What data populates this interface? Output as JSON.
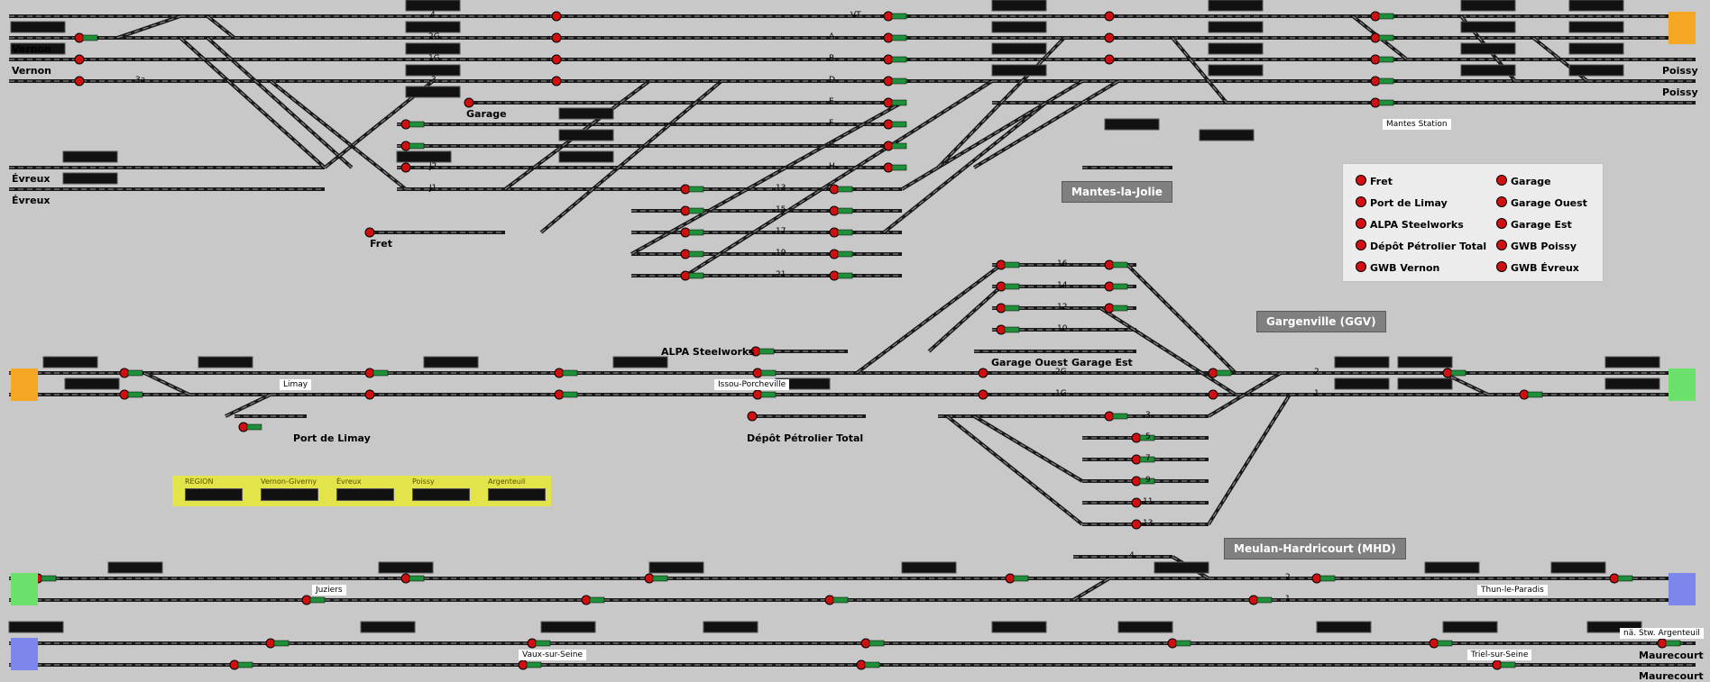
{
  "colors": {
    "background": "#c8c8c8",
    "track": "#1a1a1a",
    "signal_red": "#d01010",
    "signal_green": "#1f8f3a",
    "edge_orange": "#f5a623",
    "edge_green": "#6be06b",
    "edge_blue": "#7d86ea",
    "region_panel": "#e3e34a",
    "legend_bg": "#ececec"
  },
  "station_labels": {
    "vernon_1": "Vernon",
    "vernon_2": "Vernon",
    "evreux_1": "Évreux",
    "evreux_2": "Évreux",
    "poissy_1": "Poissy",
    "poissy_2": "Poissy",
    "fret": "Fret",
    "garage": "Garage",
    "alpa": "ALPA Steelworks",
    "garage_ouest": "Garage Ouest",
    "garage_est": "Garage Est",
    "port_limay": "Port de Limay",
    "depot": "Dépôt Pétrolier Total",
    "maurecourt_1": "Maurecourt",
    "maurecourt_2": "Maurecourt"
  },
  "box_labels": {
    "mantes_station": "Mantes Station",
    "limay": "Limay",
    "issou": "Issou-Porcheville",
    "juziers": "Juziers",
    "thun": "Thun-le-Paradis",
    "vaux": "Vaux-sur-Seine",
    "triel": "Triel-sur-Seine",
    "argenteuil": "nä. Stw. Argenteuil"
  },
  "zones": {
    "mantes_jolie": "Mantes-la-Jolie",
    "gargenville": "Gargenville (GGV)",
    "meulan": "Meulan-Hardricourt (MHD)"
  },
  "track_labels": {
    "t4": "4",
    "t2g": "2G",
    "t1g": "1G",
    "t3": "3",
    "t3a": "3a",
    "tj2": "J2",
    "tj1": "J1",
    "tvt": "VT",
    "ta": "A",
    "tb": "B",
    "td": "D",
    "te": "E",
    "tf": "F",
    "tg": "G",
    "th": "H",
    "t13": "13",
    "t15": "15",
    "t17": "17",
    "t19": "19",
    "t21": "21",
    "g16": "16",
    "g14": "14",
    "g12": "12",
    "g10": "10",
    "g2g": "2G",
    "g1g": "1G",
    "g3": "3",
    "g5": "5",
    "g7": "7",
    "g9": "9",
    "g11": "11",
    "g13": "13",
    "g2": "2",
    "g1": "1",
    "m4": "4",
    "m2": "2",
    "m1": "1"
  },
  "legend": [
    {
      "label": "Fret"
    },
    {
      "label": "Port de Limay"
    },
    {
      "label": "ALPA Steelworks"
    },
    {
      "label": "Dépôt Pétrolier Total"
    },
    {
      "label": "GWB Vernon"
    },
    {
      "label": "Garage"
    },
    {
      "label": "Garage Ouest"
    },
    {
      "label": "Garage Est"
    },
    {
      "label": "GWB Poissy"
    },
    {
      "label": "GWB Évreux"
    }
  ],
  "region_panel": {
    "region": "REGION",
    "vernon_giverny": "Vernon-Giverny",
    "evreux": "Évreux",
    "poissy": "Poissy",
    "argenteuil": "Argenteuil"
  }
}
